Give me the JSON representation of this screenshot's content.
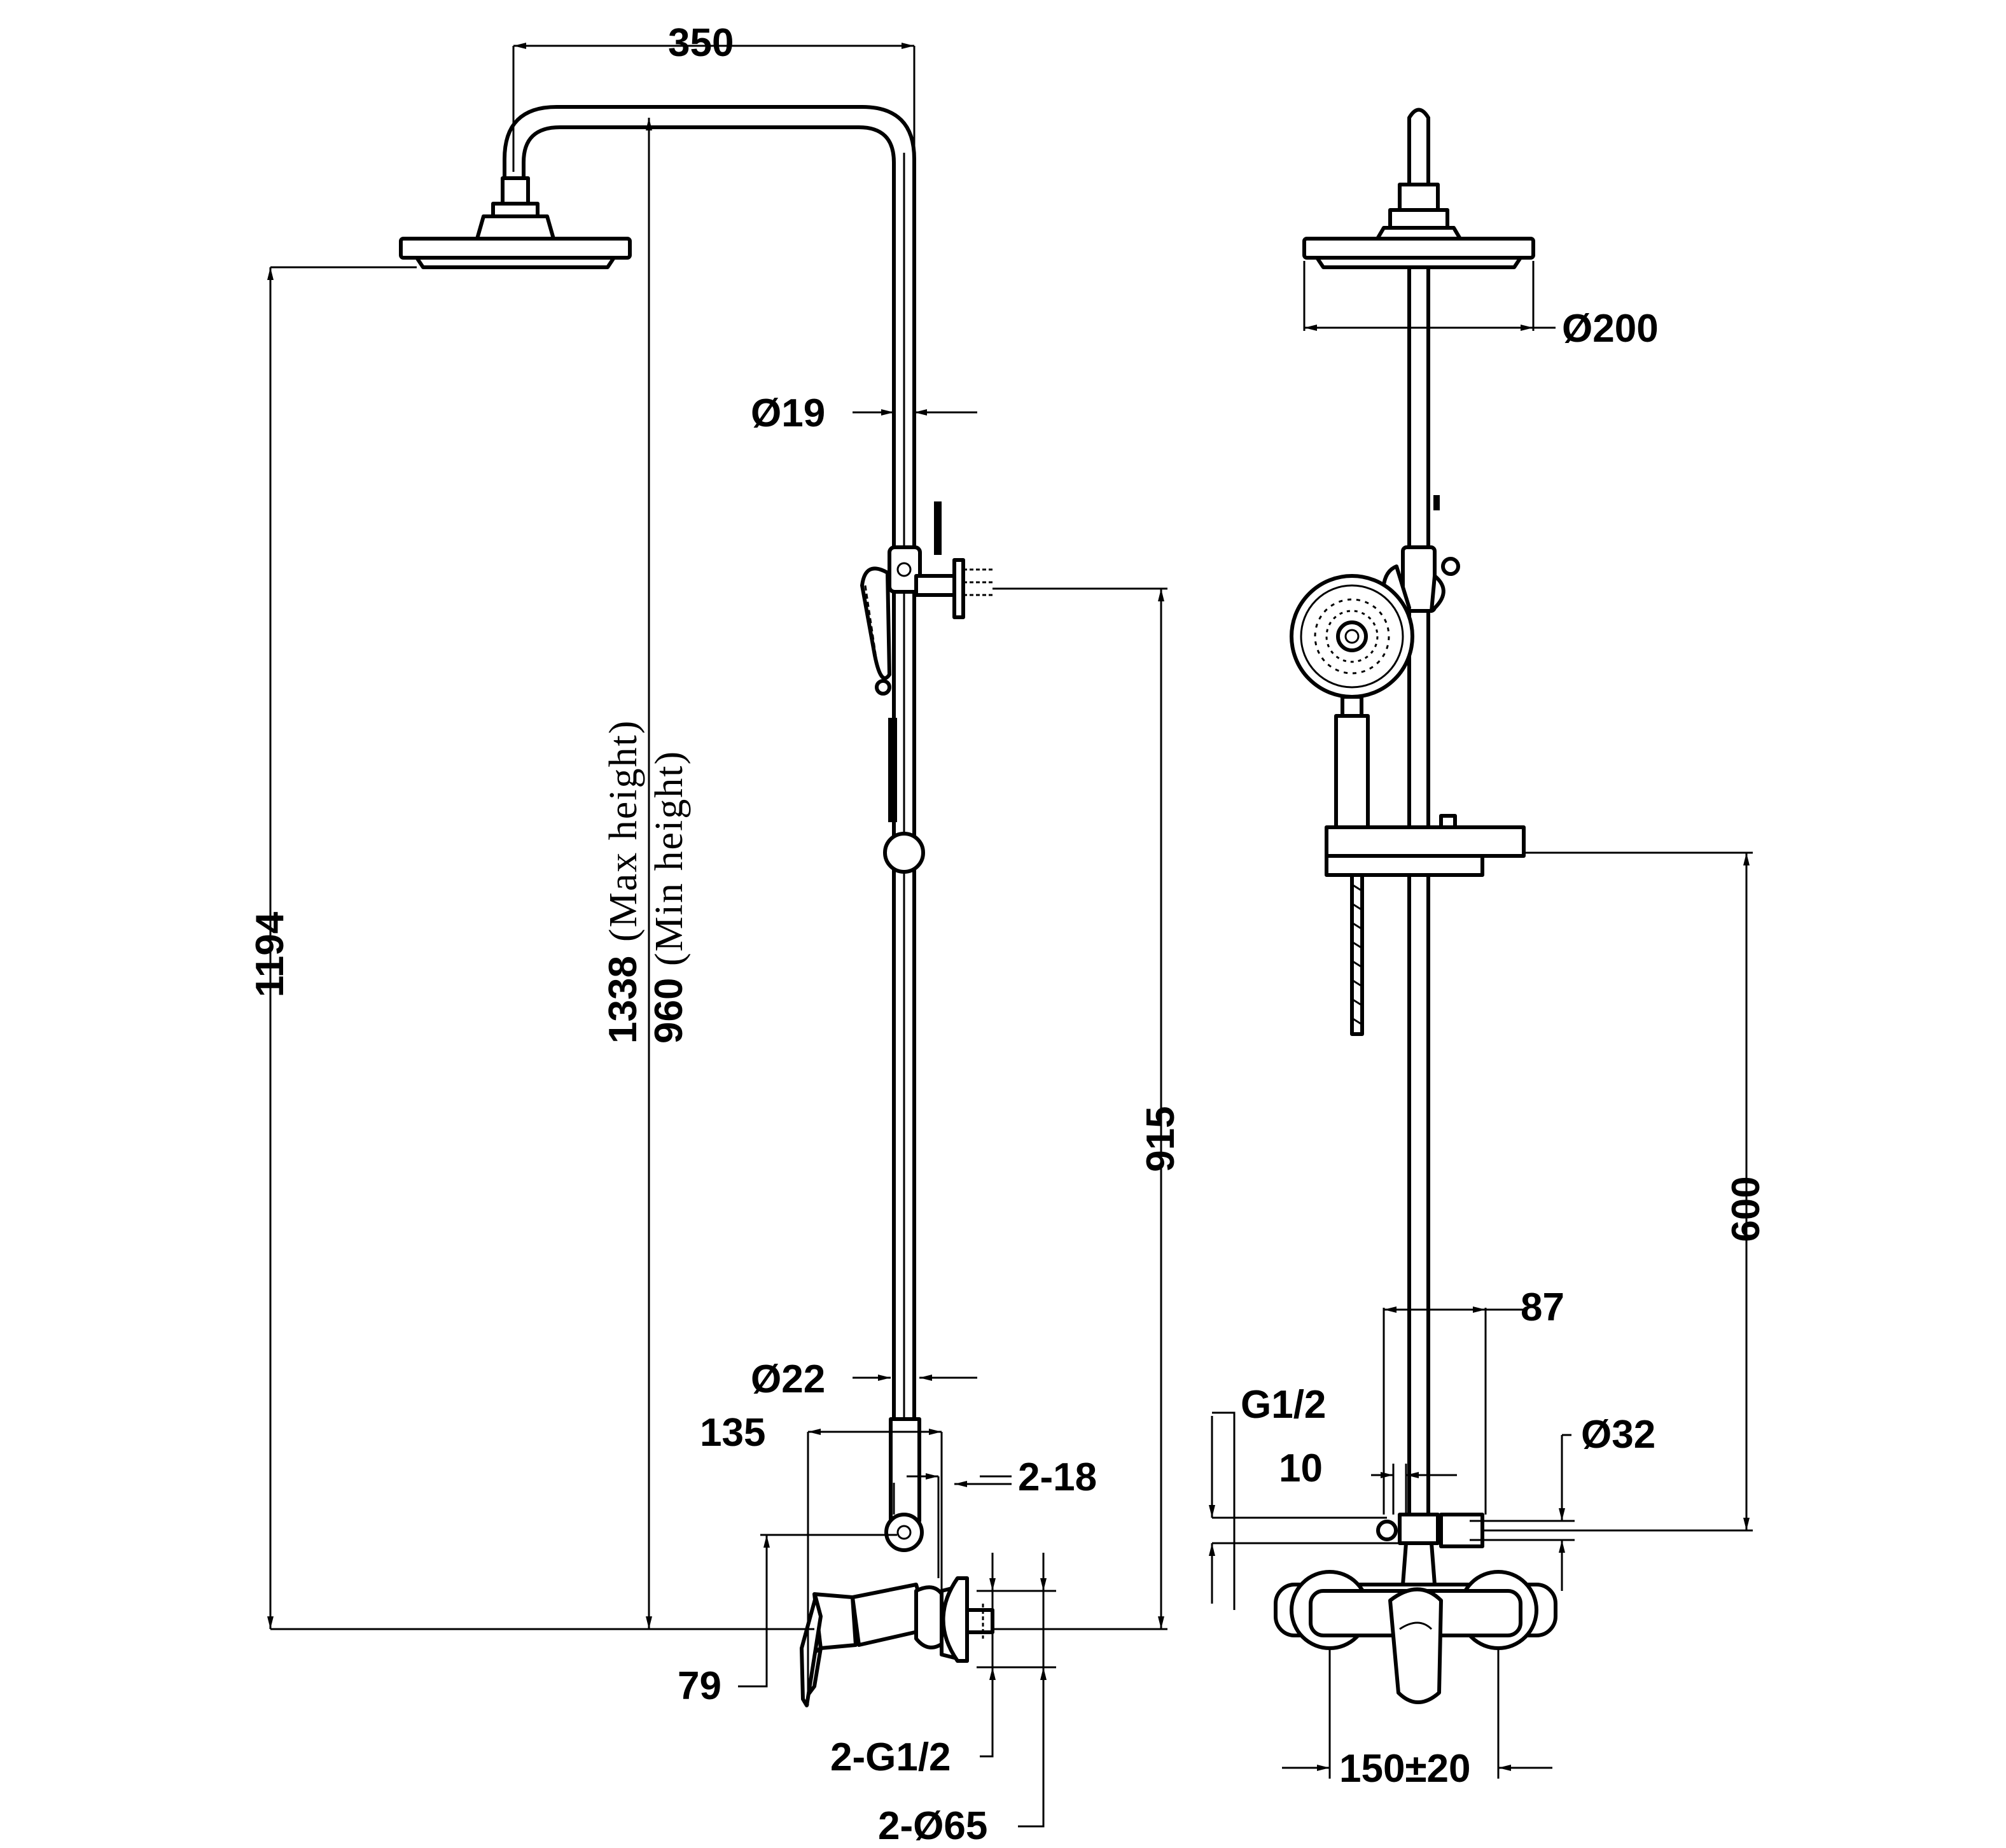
{
  "dimensions": {
    "arm_length": "350",
    "overhead_height": "1194",
    "max_height_value": "1338",
    "max_height_note": "(Max height)",
    "min_height_value": "960",
    "min_height_note": "(Min height)",
    "rail_diameter_top": "Ø19",
    "rail_diameter_bottom": "Ø22",
    "bracket_height": "915",
    "mixer_depth": "135",
    "fixing_holes": "2-18",
    "mixer_offset": "79",
    "inlet_thread": "2-G1/2",
    "escutcheon_diameter": "2-Ø65",
    "head_diameter": "Ø200",
    "slider_travel": "600",
    "slider_width": "87",
    "diverter_thread": "G1/2",
    "diverter_offset": "10",
    "rail_diameter_base": "Ø32",
    "inlet_centres": "150±20"
  }
}
